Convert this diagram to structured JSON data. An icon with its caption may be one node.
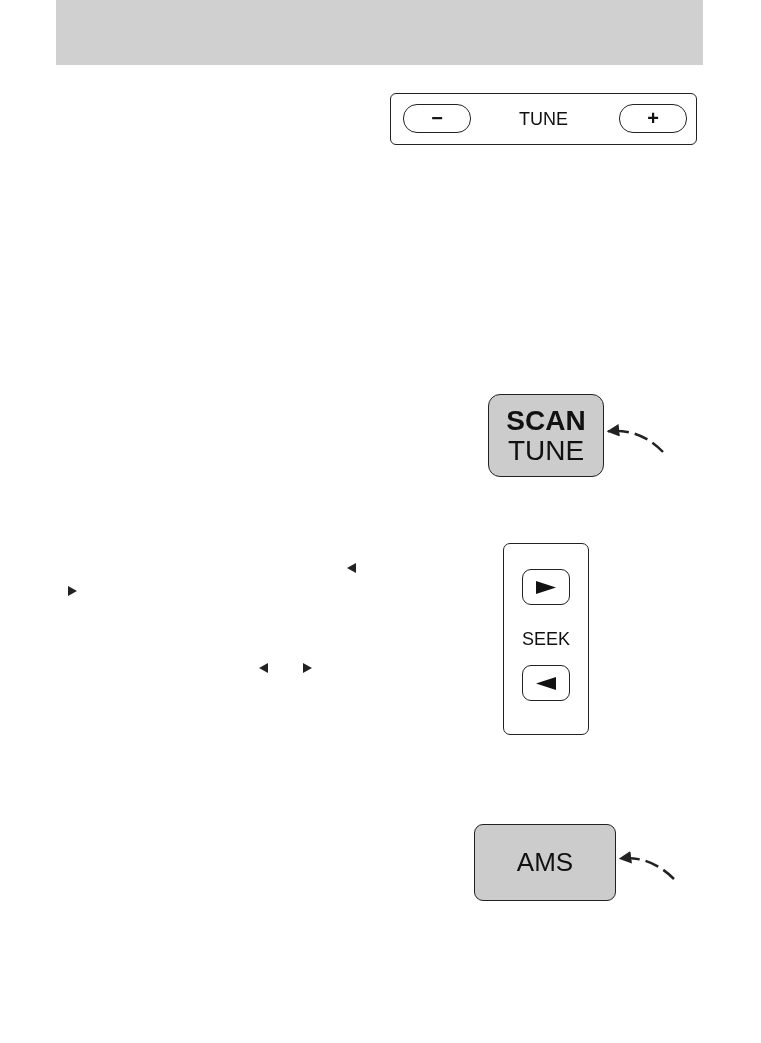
{
  "diagram": {
    "nodes": [
      {
        "text": [
          "TUNE"
        ]
      },
      {
        "text": [
          "−"
        ],
        "in": 0
      },
      {
        "text": [
          "+"
        ],
        "in": 0
      },
      {
        "text": [
          "SCAN",
          "TUNE"
        ]
      },
      {
        "text": [
          "SEEK"
        ]
      },
      {
        "text": [],
        "shape": "box",
        "in": 4
      },
      {
        "text": [],
        "shape": "box",
        "in": 4
      },
      {
        "text": [
          "AMS"
        ]
      }
    ],
    "edges": [
      {
        "from": null,
        "to": 3,
        "arrow": "to",
        "style": "dashed"
      },
      {
        "from": null,
        "to": 7,
        "arrow": "to",
        "style": "dashed"
      }
    ]
  }
}
